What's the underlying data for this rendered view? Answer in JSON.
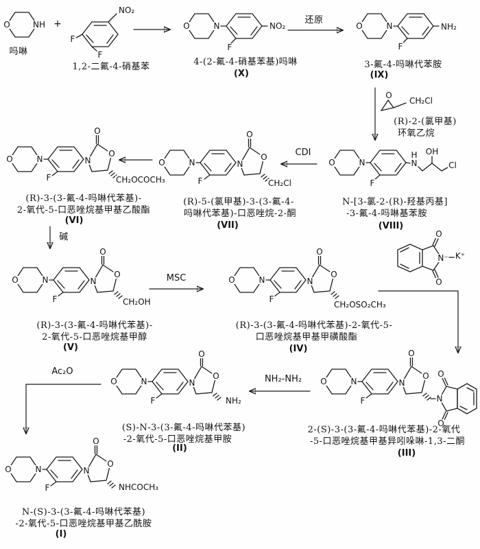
{
  "atoms": {
    "O": "O",
    "N": "N",
    "NH": "NH",
    "H": "H",
    "F": "F",
    "Cl": "Cl",
    "OH": "OH",
    "plus": "+",
    "NO2": "NO₂",
    "NH2": "NH₂",
    "CH2Cl": "CH₂Cl",
    "CH2OCOCH3": "CH₂OCOCH₃",
    "CH2OH": "CH₂OH",
    "CH2OSO2CH3": "CH₂OSO₂CH₃",
    "NHCOCH3": "NHCOCH₃",
    "Nminus": "N⁻",
    "Kplus": "K⁺"
  },
  "reagents": {
    "reduction": "还原",
    "epoxide_line1": "(R)-2-(氯甲基)",
    "epoxide_line2": "环氧乙烷",
    "cdi": "CDI",
    "base": "碱",
    "msc": "MSC",
    "hydrazine": "NH₂-NH₂",
    "acetic_anhydride": "Ac₂O"
  },
  "compounds": {
    "morpholine": {
      "name": "吗啉"
    },
    "dfnb": {
      "name": "1,2-二氟-4-硝基苯"
    },
    "X": {
      "line1": "4-(2-氟-4-硝基苯基)吗啉",
      "id": "(X)"
    },
    "IX": {
      "line1": "3-氟-4-吗啉代苯胺",
      "id": "(IX)"
    },
    "VIII": {
      "line1": "N-[3-氯-2-(R)-羟基丙基]",
      "line2": "-3-氟-4-吗啉基苯胺",
      "id": "(VIII)"
    },
    "VII": {
      "line1": "(R)-5-(氯甲基)-3-(3-氟-4-",
      "line2": "吗啉代苯基)-口恶唑烷-2-酮",
      "id": "(VII)"
    },
    "VI": {
      "line1": "(R)-3-(3-氟-4-吗啉代苯基)-",
      "line2": "2-氧代-5-口恶唑烷基甲基乙酸酯",
      "id": "(VI)"
    },
    "V": {
      "line1": "(R)-3-(3-氟-4-吗啉代苯基)-",
      "line2": "2-氧代-5-口恶唑烷基甲醇",
      "id": "(V)"
    },
    "IV": {
      "line1": "(R)-3-(3-氟-4-吗啉代苯基)-2-氧代-5-",
      "line2": "口恶唑烷基甲基甲磺酸酯",
      "id": "(IV)"
    },
    "III": {
      "line1": "2-(S)-3-(3-氟-4-吗啉代苯基)-2-氧代",
      "line2": "-5-口恶唑烷基甲基异吲哚啉-1,3-二酮",
      "id": "(III)"
    },
    "II": {
      "line1": "(S)-N-3-(3-氟-4-吗啉代苯基)",
      "line2": "-2-氧代-5-口恶唑烷基甲胺",
      "id": "(II)"
    },
    "I": {
      "line1": "N-(S)-3-(3-氟-4-吗啉代苯基)",
      "line2": "-2-氧代-5-口恶唑烷基甲基乙酰胺",
      "id": "(I)"
    }
  }
}
